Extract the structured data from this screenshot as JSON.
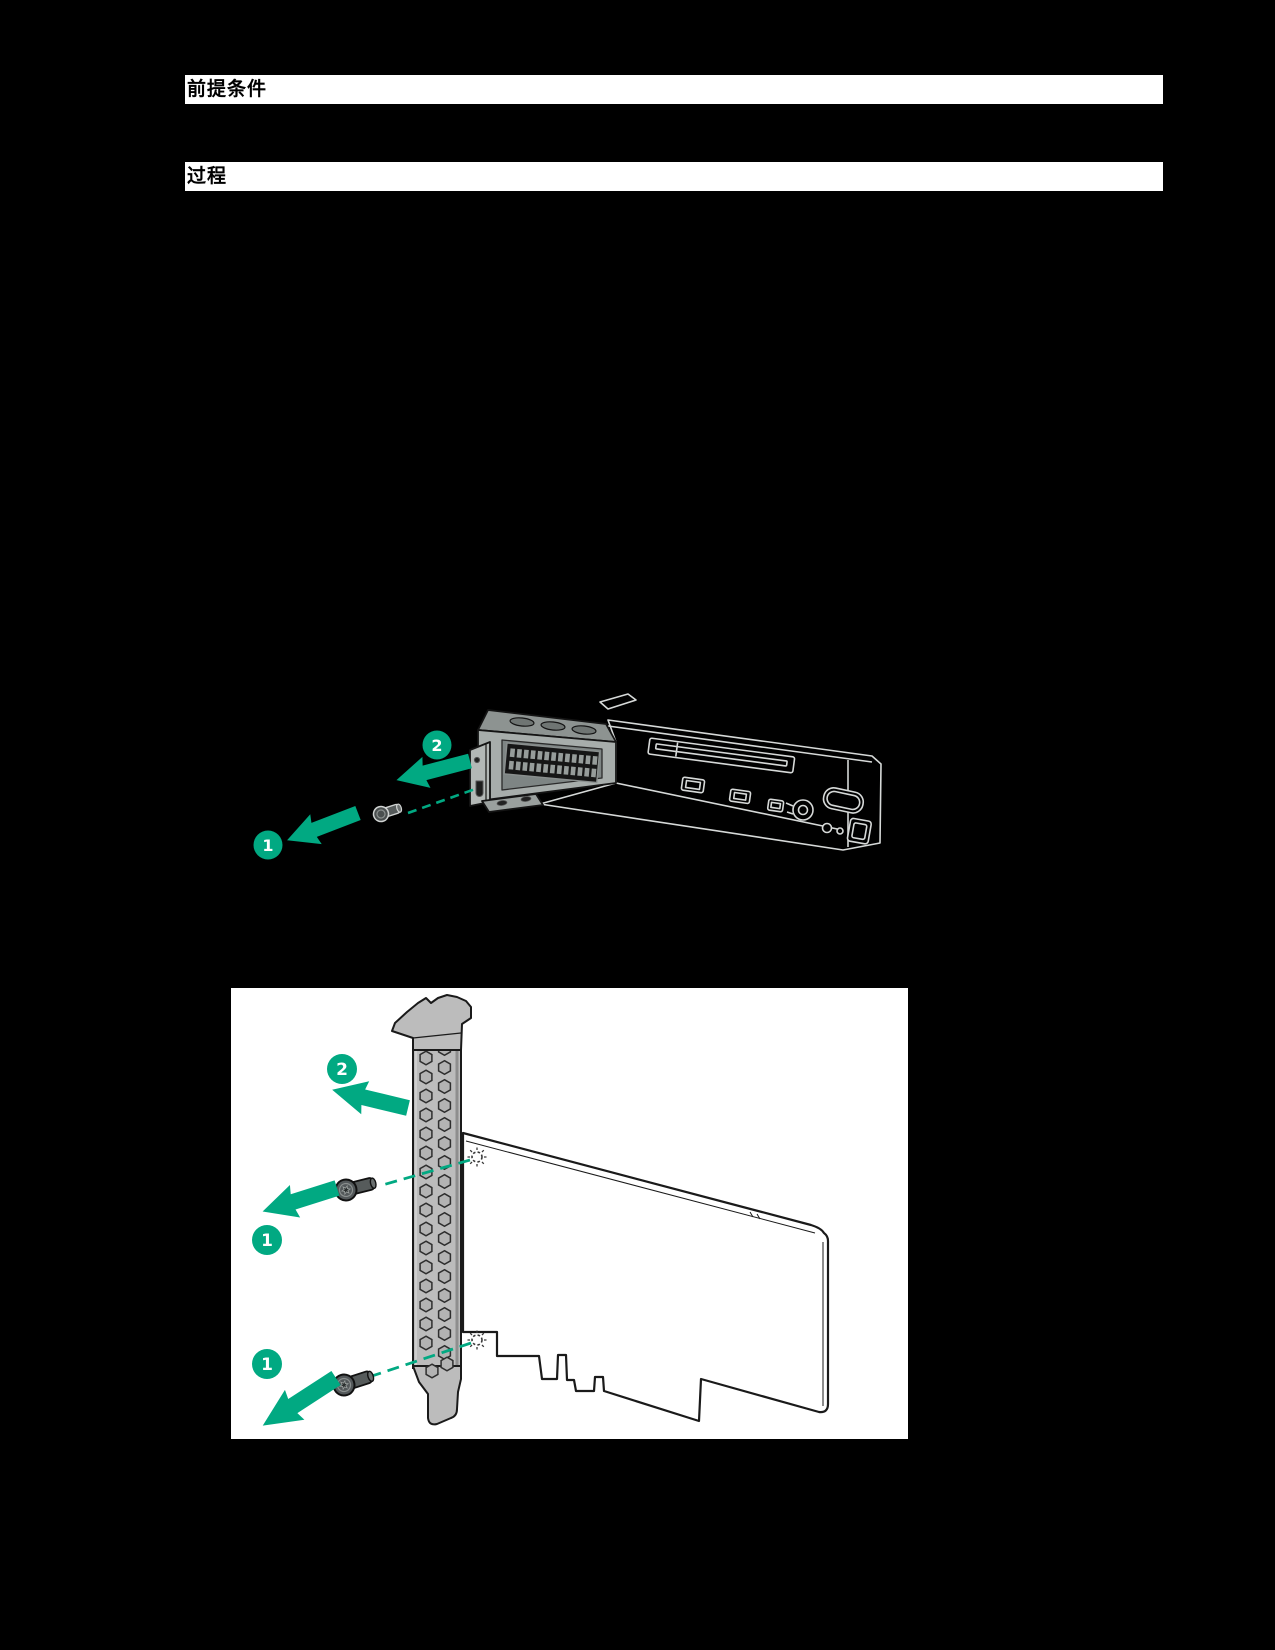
{
  "page": {
    "background": "#000000"
  },
  "sections": [
    {
      "title": "前提条件"
    },
    {
      "title": "过程"
    }
  ],
  "figures": [
    {
      "name": "pcie-riser-blank-screw-removal",
      "background": "#000000",
      "callouts": [
        {
          "label": "2"
        },
        {
          "label": "1"
        }
      ]
    },
    {
      "name": "expansion-card-bracket-screw-removal",
      "background": "#ffffff",
      "callouts": [
        {
          "label": "2"
        },
        {
          "label": "1"
        },
        {
          "label": "1"
        }
      ]
    }
  ],
  "colors": {
    "accent_green": "#01a982",
    "header_bar": "#ffffff",
    "header_text": "#000000",
    "page_background": "#000000",
    "figure2_background": "#ffffff"
  }
}
